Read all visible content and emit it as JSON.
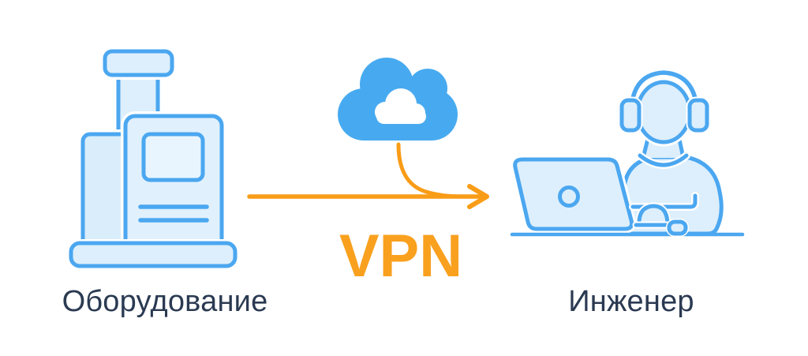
{
  "diagram": {
    "title": "equipment-to-engineer VPN connection",
    "nodes": {
      "equipment": {
        "label": "Оборудование",
        "icon": "industrial-machine-icon"
      },
      "connection": {
        "label": "VPN",
        "icon": "cloud-icon",
        "arrow": "arrow-right-icon"
      },
      "engineer": {
        "label": "Инженер",
        "icon": "engineer-with-laptop-icon"
      }
    }
  },
  "colors": {
    "background": "#ffffff",
    "icon_stroke_blue": "#4ba7f0",
    "icon_fill_light_blue": "#ddeffc",
    "screen_fill": "#e9f5fe",
    "cloud_fill": "#47aaf0",
    "cloud_inner": "#ffffff",
    "accent_orange": "#f9a01e",
    "label_text": "#2b3a52"
  }
}
